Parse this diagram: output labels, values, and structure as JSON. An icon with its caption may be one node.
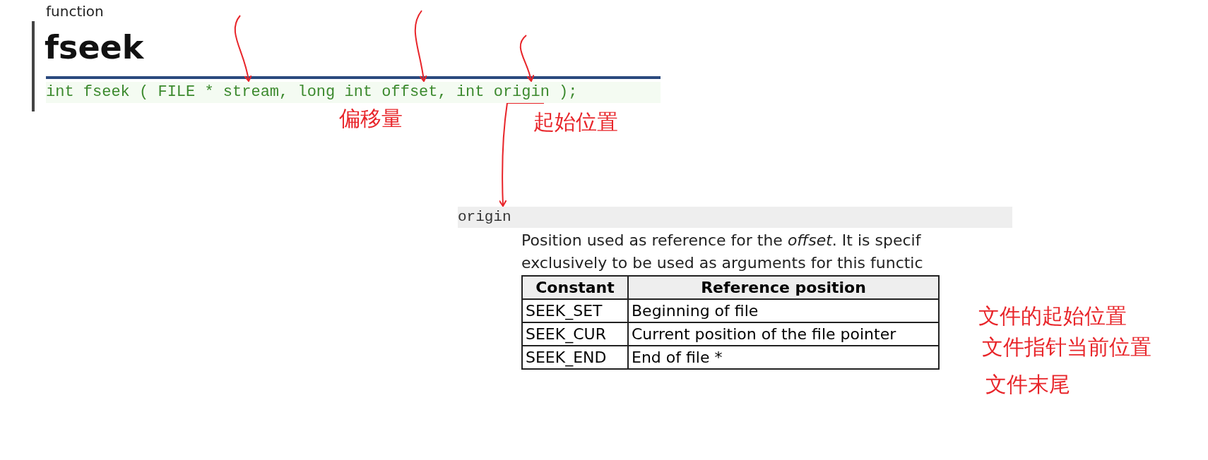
{
  "diagram": {
    "nodes": [
      {
        "text": [
          "int fseek ( FILE * stream, long int offset, int origin );"
        ]
      },
      {
        "text": [
          "origin"
        ]
      }
    ],
    "edges": [
      {
        "from": null,
        "to": 0,
        "arrow": "to"
      },
      {
        "from": null,
        "to": 0,
        "arrow": "to"
      },
      {
        "from": null,
        "to": 0,
        "arrow": "to"
      },
      {
        "from": 0,
        "to": 1,
        "arrow": "to"
      }
    ],
    "labels": [
      "function",
      "fseek",
      "偏移量",
      "起始位置",
      "Position used as reference for the *offset*. It is specif exclusively to be used as arguments for this functic",
      "Constant",
      "Reference position",
      "SEEK_SET",
      "Beginning of file",
      "SEEK_CUR",
      "Current position of the file pointer",
      "SEEK_END",
      "End of file *",
      "文件的起始位置",
      "文件指针当前位置",
      "文件末尾"
    ]
  }
}
